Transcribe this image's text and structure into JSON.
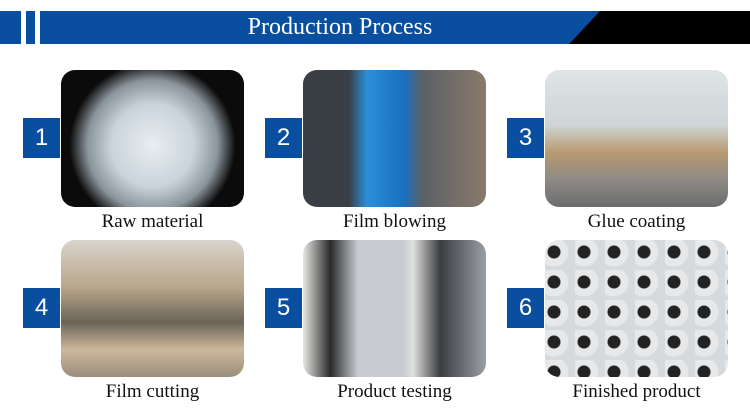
{
  "header": {
    "title": "Production Process"
  },
  "colors": {
    "accent": "#0a4f9f"
  },
  "steps": [
    {
      "number": "1",
      "label": "Raw material"
    },
    {
      "number": "2",
      "label": "Film blowing"
    },
    {
      "number": "3",
      "label": "Glue coating"
    },
    {
      "number": "4",
      "label": "Film cutting"
    },
    {
      "number": "5",
      "label": "Product testing"
    },
    {
      "number": "6",
      "label": "Finished product"
    }
  ]
}
